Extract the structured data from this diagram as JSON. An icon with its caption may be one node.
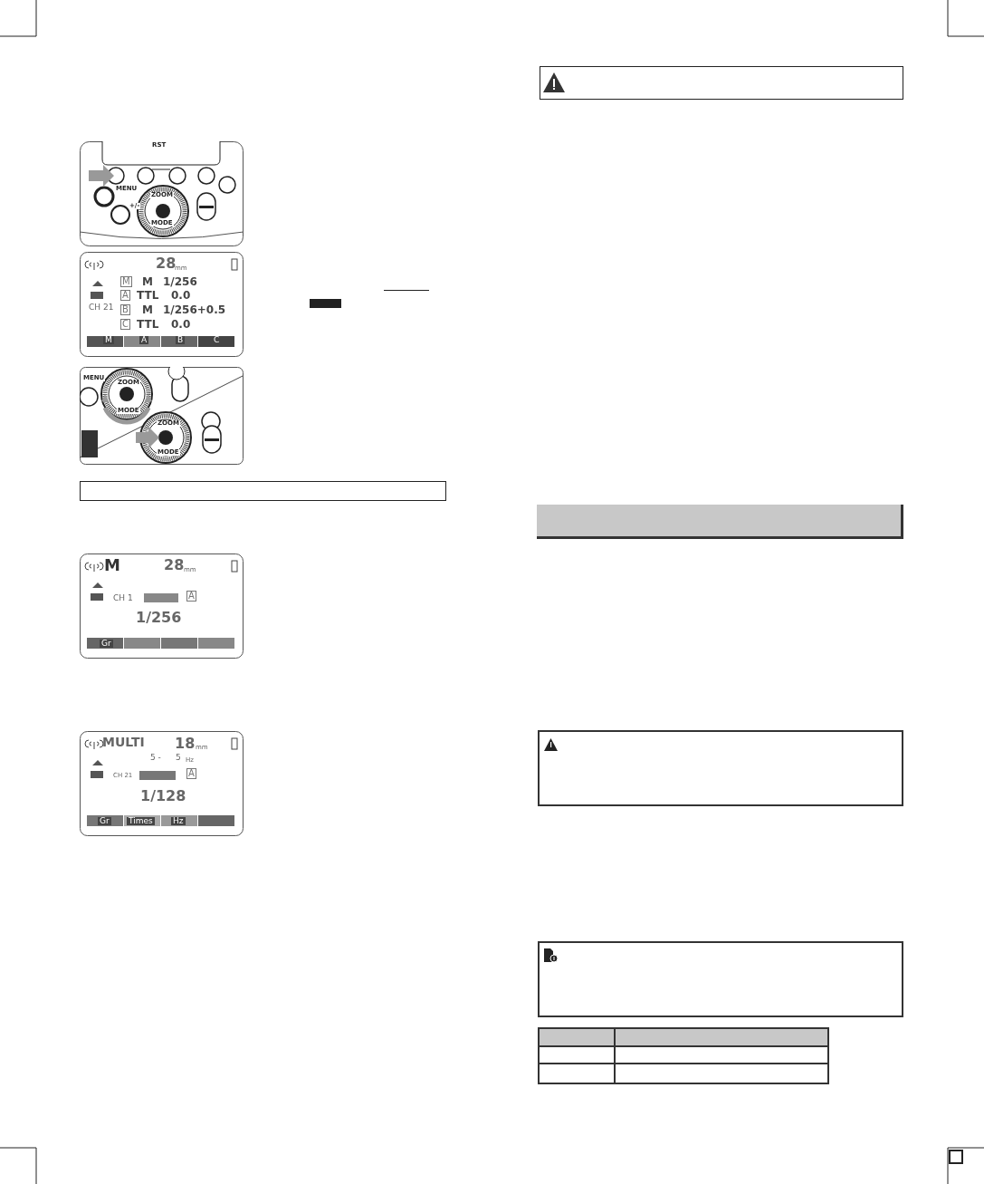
{
  "diagram": {
    "labels": [
      "RST",
      "MENU",
      "ZOOM",
      "+/-",
      "MODE",
      "28",
      "mm",
      "CH 21",
      "M",
      "1/256",
      "TTL",
      "0.0",
      "M",
      "1/256+0.5",
      "TTL",
      "0.0",
      "M",
      "A",
      "B",
      "C",
      "M",
      "A",
      "B",
      "C",
      "MENU",
      "ZOOM",
      "MODE",
      "ZOOM",
      "MODE",
      "M",
      "28",
      "mm",
      "CH 1",
      "A",
      "1/256",
      "Gr",
      "MULTI",
      "18",
      "mm",
      "5 -",
      "5",
      "Hz",
      "CH 21",
      "A",
      "1/128",
      "Gr",
      "Times",
      "Hz"
    ]
  }
}
